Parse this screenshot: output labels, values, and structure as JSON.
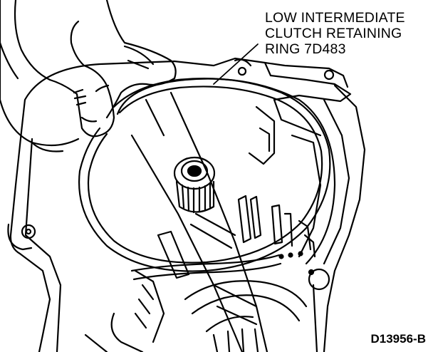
{
  "callout": {
    "line1": "LOW INTERMEDIATE",
    "line2": "CLUTCH RETAINING",
    "line3": "RING 7D483"
  },
  "figure_id": "D13956-B",
  "colors": {
    "ink": "#000000",
    "paper": "#ffffff"
  }
}
